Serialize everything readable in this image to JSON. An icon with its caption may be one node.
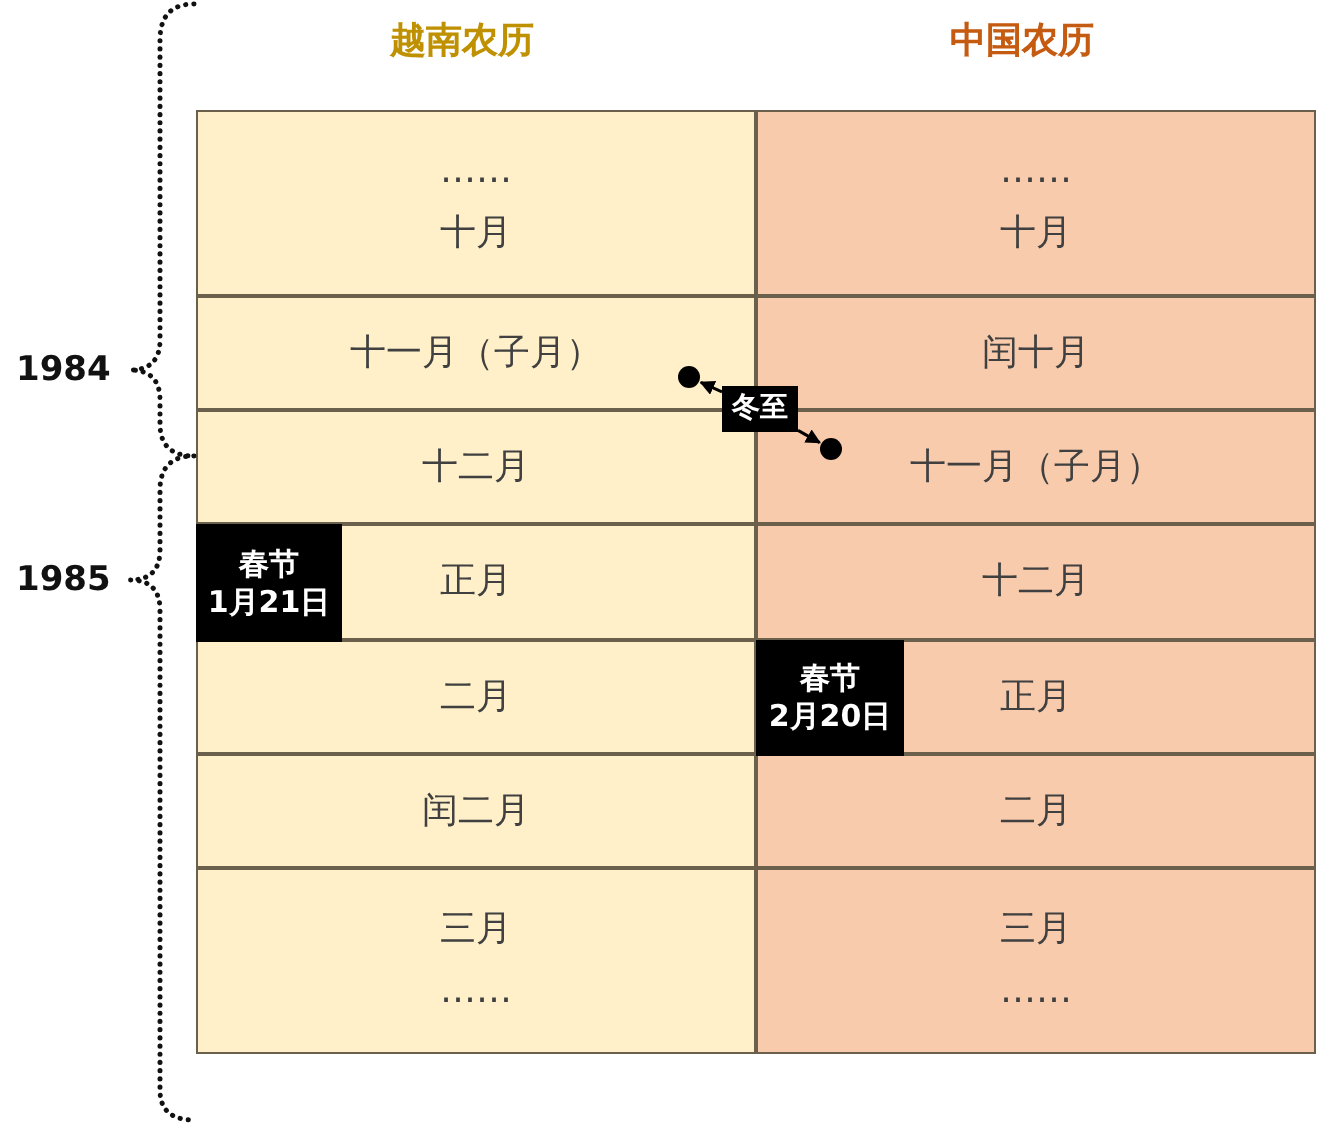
{
  "diagram": {
    "nodes": [
      {
        "text": [
          "……",
          "十月"
        ]
      },
      {
        "text": [
          "……",
          "十月"
        ]
      },
      {
        "text": [
          "十一月（子月）"
        ]
      },
      {
        "text": [
          "闰十月"
        ]
      },
      {
        "text": [],
        "shape": "circle",
        "in": 2
      },
      {
        "text": [
          "冬至"
        ]
      },
      {
        "text": [
          "十二月"
        ]
      },
      {
        "text": [
          "十一月（子月）"
        ]
      },
      {
        "text": [],
        "shape": "circle",
        "in": 7
      },
      {
        "text": [
          "正月"
        ]
      },
      {
        "text": [
          "春节",
          "1月21日"
        ],
        "in": 9
      },
      {
        "text": [
          "十二月"
        ]
      },
      {
        "text": [
          "二月"
        ]
      },
      {
        "text": [
          "正月"
        ]
      },
      {
        "text": [
          "春节",
          "2月20日"
        ],
        "in": 13
      },
      {
        "text": [
          "闰二月"
        ]
      },
      {
        "text": [
          "二月"
        ]
      },
      {
        "text": [
          "三月",
          "……"
        ]
      },
      {
        "text": [
          "三月",
          "……"
        ]
      }
    ],
    "edges": [
      {
        "from": 5,
        "to": 4,
        "arrow": "to"
      },
      {
        "from": 5,
        "to": 8,
        "arrow": "to"
      }
    ],
    "labels": [
      "越南农历",
      "中国农历",
      "1984",
      "1985"
    ]
  }
}
